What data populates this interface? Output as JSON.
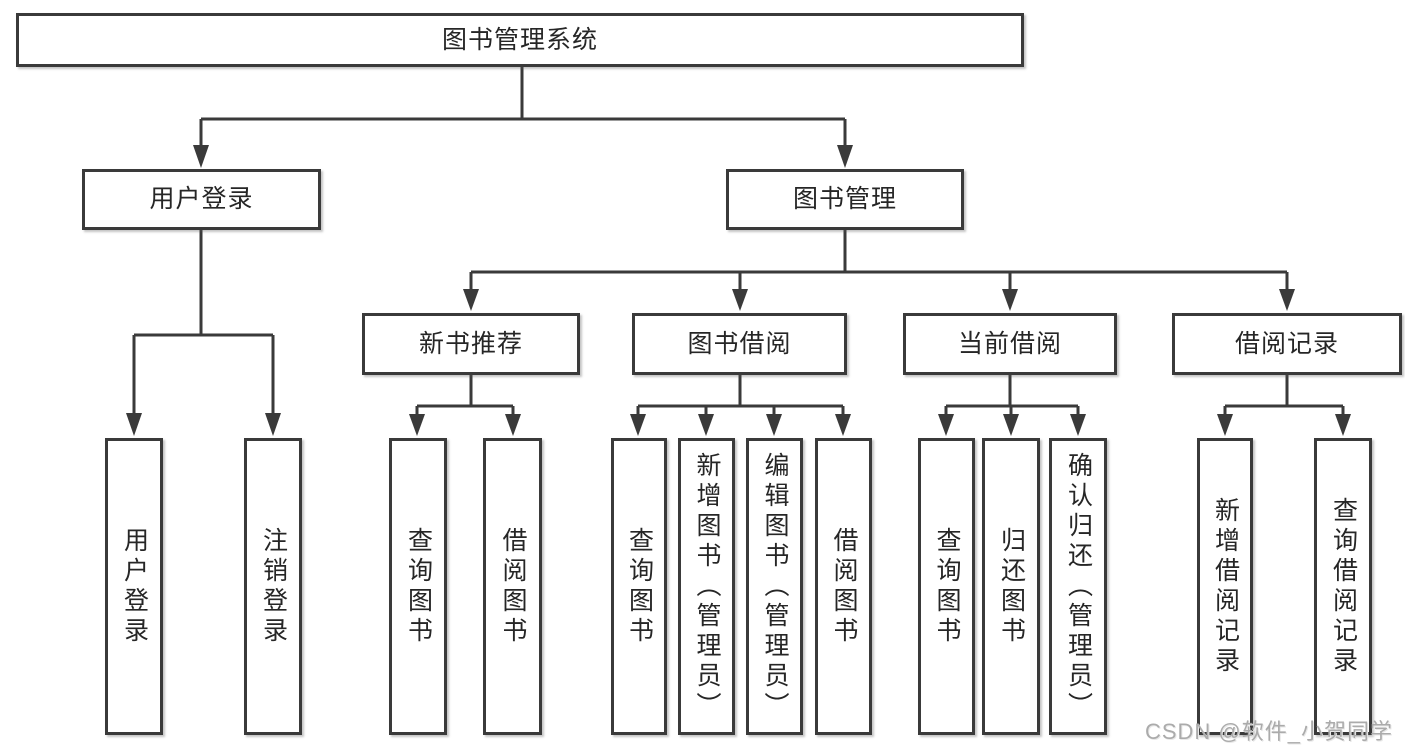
{
  "diagram": {
    "root": "图书管理系统",
    "level2": {
      "user_login": "用户登录",
      "book_management": "图书管理"
    },
    "user_login_children": [
      "用户登录",
      "注销登录"
    ],
    "book_management_children": [
      "新书推荐",
      "图书借阅",
      "当前借阅",
      "借阅记录"
    ],
    "new_book_children": [
      "查询图书",
      "借阅图书"
    ],
    "book_borrow_children": [
      "查询图书",
      "新增图书（管理员）",
      "编辑图书（管理员）",
      "借阅图书"
    ],
    "current_borrow_children": [
      "查询图书",
      "归还图书",
      "确认归还（管理员）"
    ],
    "borrow_record_children": [
      "新增借阅记录",
      "查询借阅记录"
    ]
  },
  "watermark": "CSDN @软件_小贺同学",
  "colors": {
    "line": "#3a3a3a",
    "text": "#262626",
    "watermark": "#ababab",
    "background": "#ffffff"
  }
}
